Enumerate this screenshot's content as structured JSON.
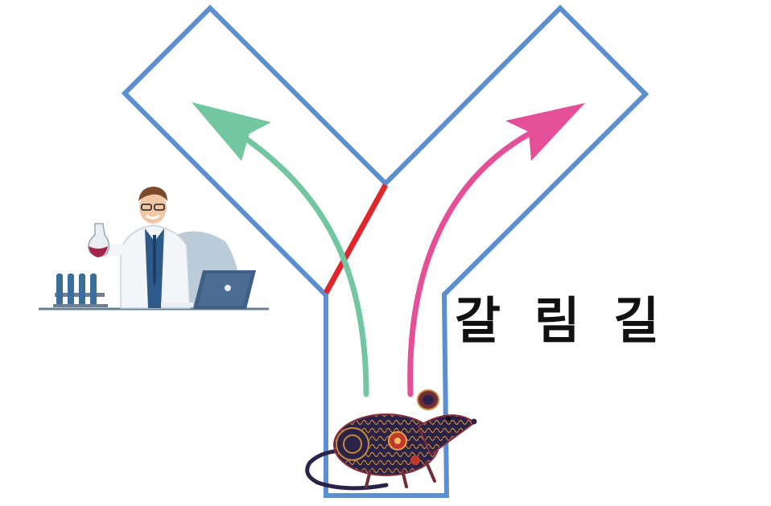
{
  "caption": "갈 림 길",
  "colors": {
    "maze_outline": "#5b8fcf",
    "left_arrow": "#72c6a0",
    "right_arrow": "#e44f98",
    "barrier": "#e0262a",
    "text": "#111111"
  },
  "icons": {
    "scientist": "scientist-illustration",
    "mouse": "mouse-illustration"
  }
}
